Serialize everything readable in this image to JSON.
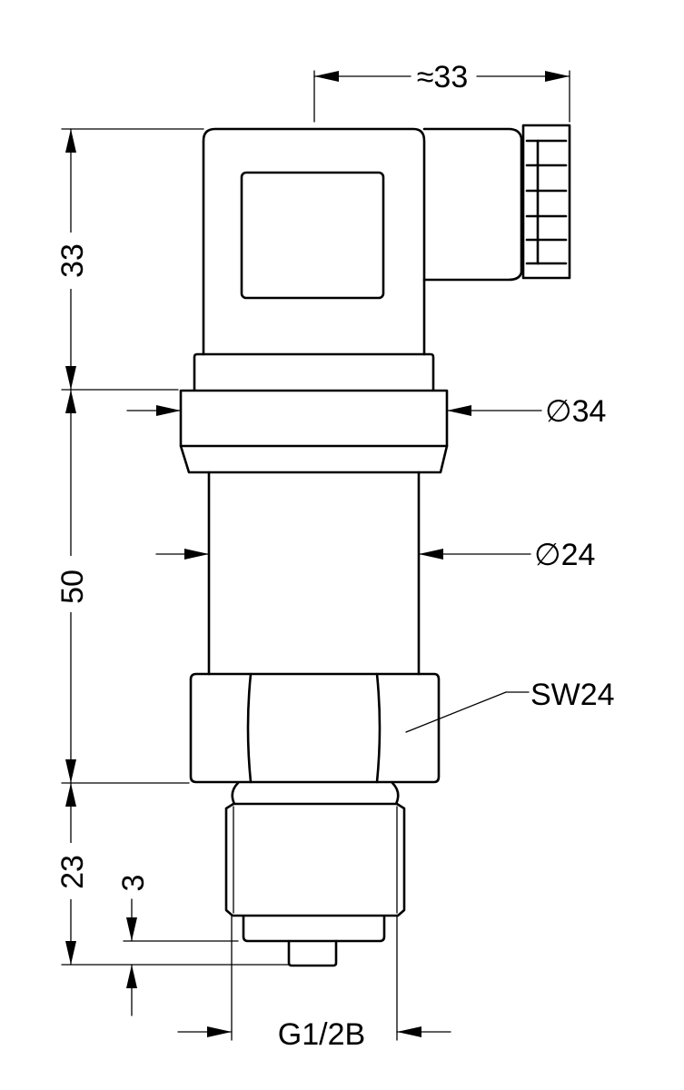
{
  "dimensions": {
    "connector_width": "≈33",
    "head_height": "33",
    "flange_diameter": "∅34",
    "body_diameter": "∅24",
    "body_height": "50",
    "hex_size": "SW24",
    "thread_height": "23",
    "tip_length": "3",
    "thread_spec": "G1/2B"
  }
}
